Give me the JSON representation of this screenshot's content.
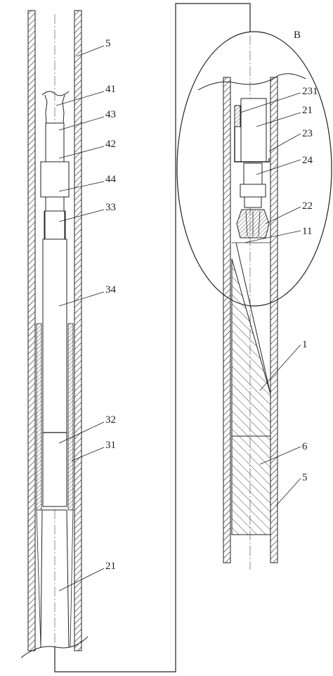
{
  "labels": {
    "l5": "5",
    "l41": "41",
    "l43": "43",
    "l42": "42",
    "l44": "44",
    "l33": "33",
    "l34": "34",
    "l32": "32",
    "l31": "31",
    "l21_left": "21",
    "lB": "B",
    "l231": "231",
    "l21_right": "21",
    "l23": "23",
    "l24": "24",
    "l22": "22",
    "l11": "11",
    "l1": "1",
    "l6": "6",
    "l5_right": "5"
  },
  "colors": {
    "line": "#222222",
    "background": "#ffffff"
  }
}
